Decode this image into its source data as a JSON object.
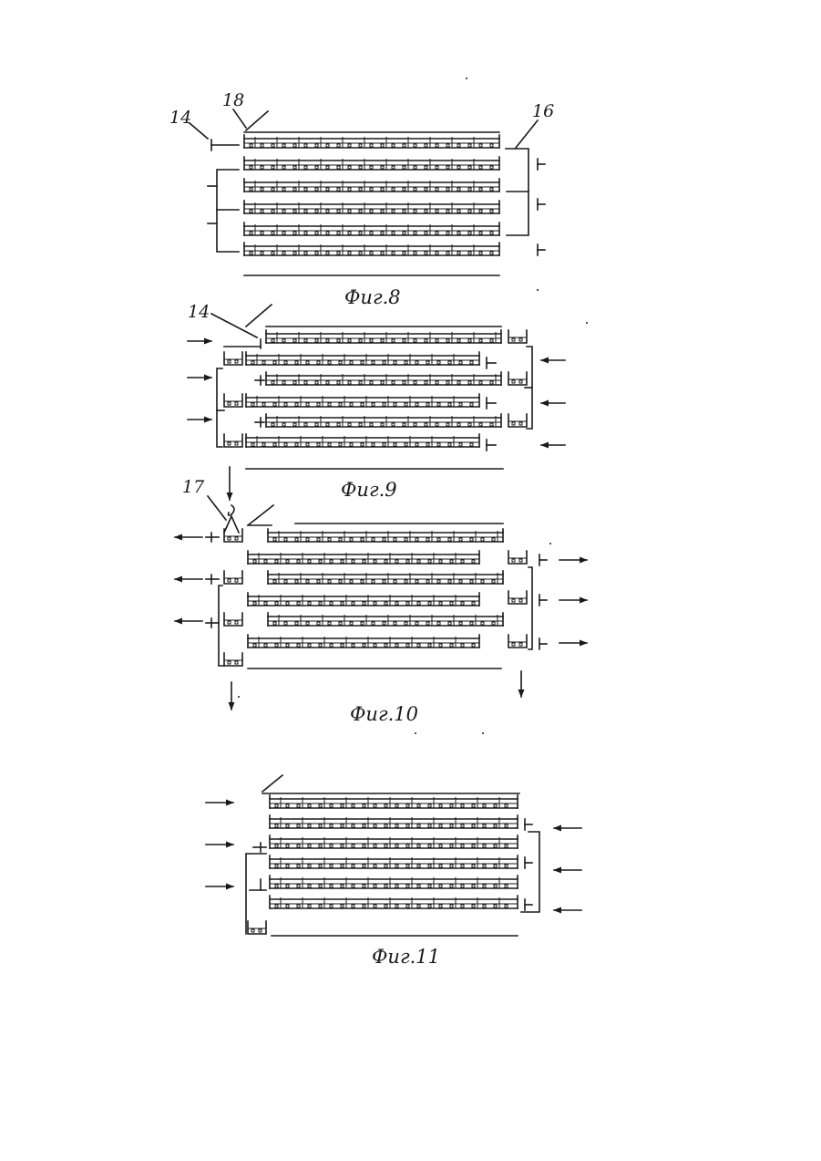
{
  "figures": [
    {
      "id": "fig8",
      "caption": "Фиг.8"
    },
    {
      "id": "fig9",
      "caption": "Фиг.9"
    },
    {
      "id": "fig10",
      "caption": "Фиг.10"
    },
    {
      "id": "fig11",
      "caption": "Фиг.11"
    }
  ],
  "references": {
    "r14a": "14",
    "r18": "18",
    "r16": "16",
    "r14b": "14",
    "r17": "17"
  }
}
